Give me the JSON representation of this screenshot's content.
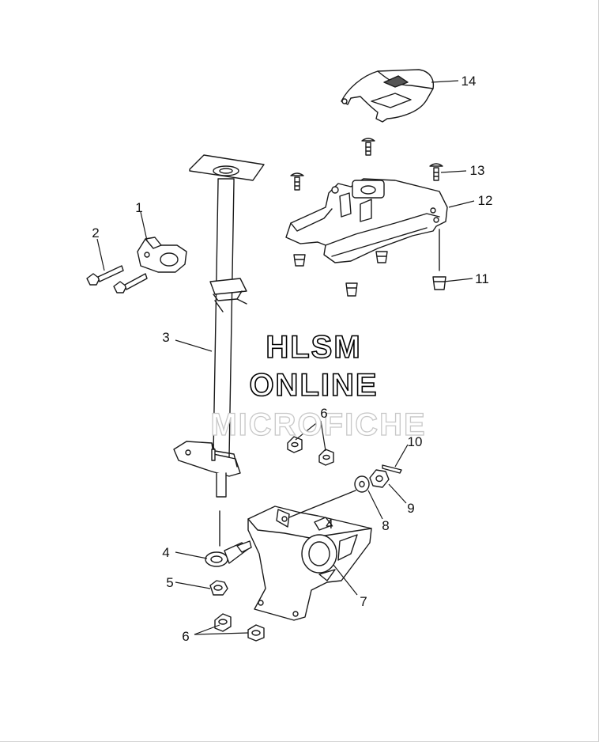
{
  "watermark": {
    "line1": "HLSM",
    "line2": "ONLINE",
    "line3": "MICROFICHE"
  },
  "callouts": {
    "c1": "1",
    "c2": "2",
    "c3": "3",
    "c4a": "4",
    "c4b": "4",
    "c5": "5",
    "c6a": "6",
    "c6b": "6",
    "c7": "7",
    "c8": "8",
    "c9": "9",
    "c10": "10",
    "c11": "11",
    "c12": "12",
    "c13": "13",
    "c14": "14"
  }
}
